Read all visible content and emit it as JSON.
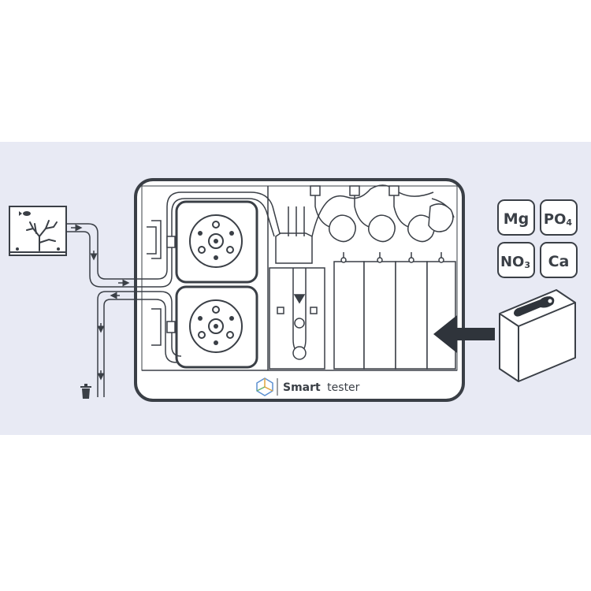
{
  "brand": {
    "name_bold": "Smart",
    "name_rest": "tester"
  },
  "parameters": [
    {
      "id": "mg",
      "label": "Mg",
      "subscript": ""
    },
    {
      "id": "po4",
      "label": "PO",
      "subscript": "4"
    },
    {
      "id": "no3",
      "label": "NO",
      "subscript": "3"
    },
    {
      "id": "ca",
      "label": "Ca",
      "subscript": ""
    }
  ],
  "icons": [
    "aquarium-icon",
    "coral-icon",
    "fish-icon",
    "trash-icon",
    "arrow-left-icon",
    "reagent-cartridge-icon",
    "logo-icon",
    "pump-icon"
  ],
  "colors": {
    "background": "#e8eaf4",
    "line": "#3a3f46",
    "fill": "#ffffff"
  }
}
